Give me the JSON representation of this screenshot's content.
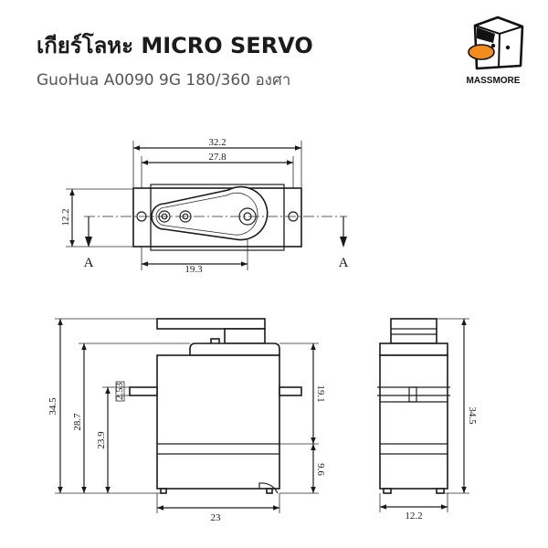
{
  "header": {
    "title": "เกียร์โลหะ MICRO SERVO",
    "subtitle": "GuoHua A0090 9G 180/360 องศา"
  },
  "logo": {
    "text": "MASSMORE"
  },
  "top_view": {
    "dim_overall_width": "32.2",
    "dim_hole_spacing": "27.8",
    "dim_width": "12.2",
    "dim_shaft_offset": "19.3",
    "section_left": "A",
    "section_right": "A"
  },
  "front_view": {
    "dim_total_height": "34.5",
    "dim_height_a": "28.7",
    "dim_height_b": "23.9",
    "dim_tab_thickness": "2.53",
    "dim_upper": "19.1",
    "dim_lower": "9.6",
    "dim_body_length": "23"
  },
  "side_view": {
    "dim_total_height": "34.5",
    "dim_body_width": "12.2"
  },
  "colors": {
    "line": "#1a1a1a",
    "accent": "#f28c1e"
  }
}
